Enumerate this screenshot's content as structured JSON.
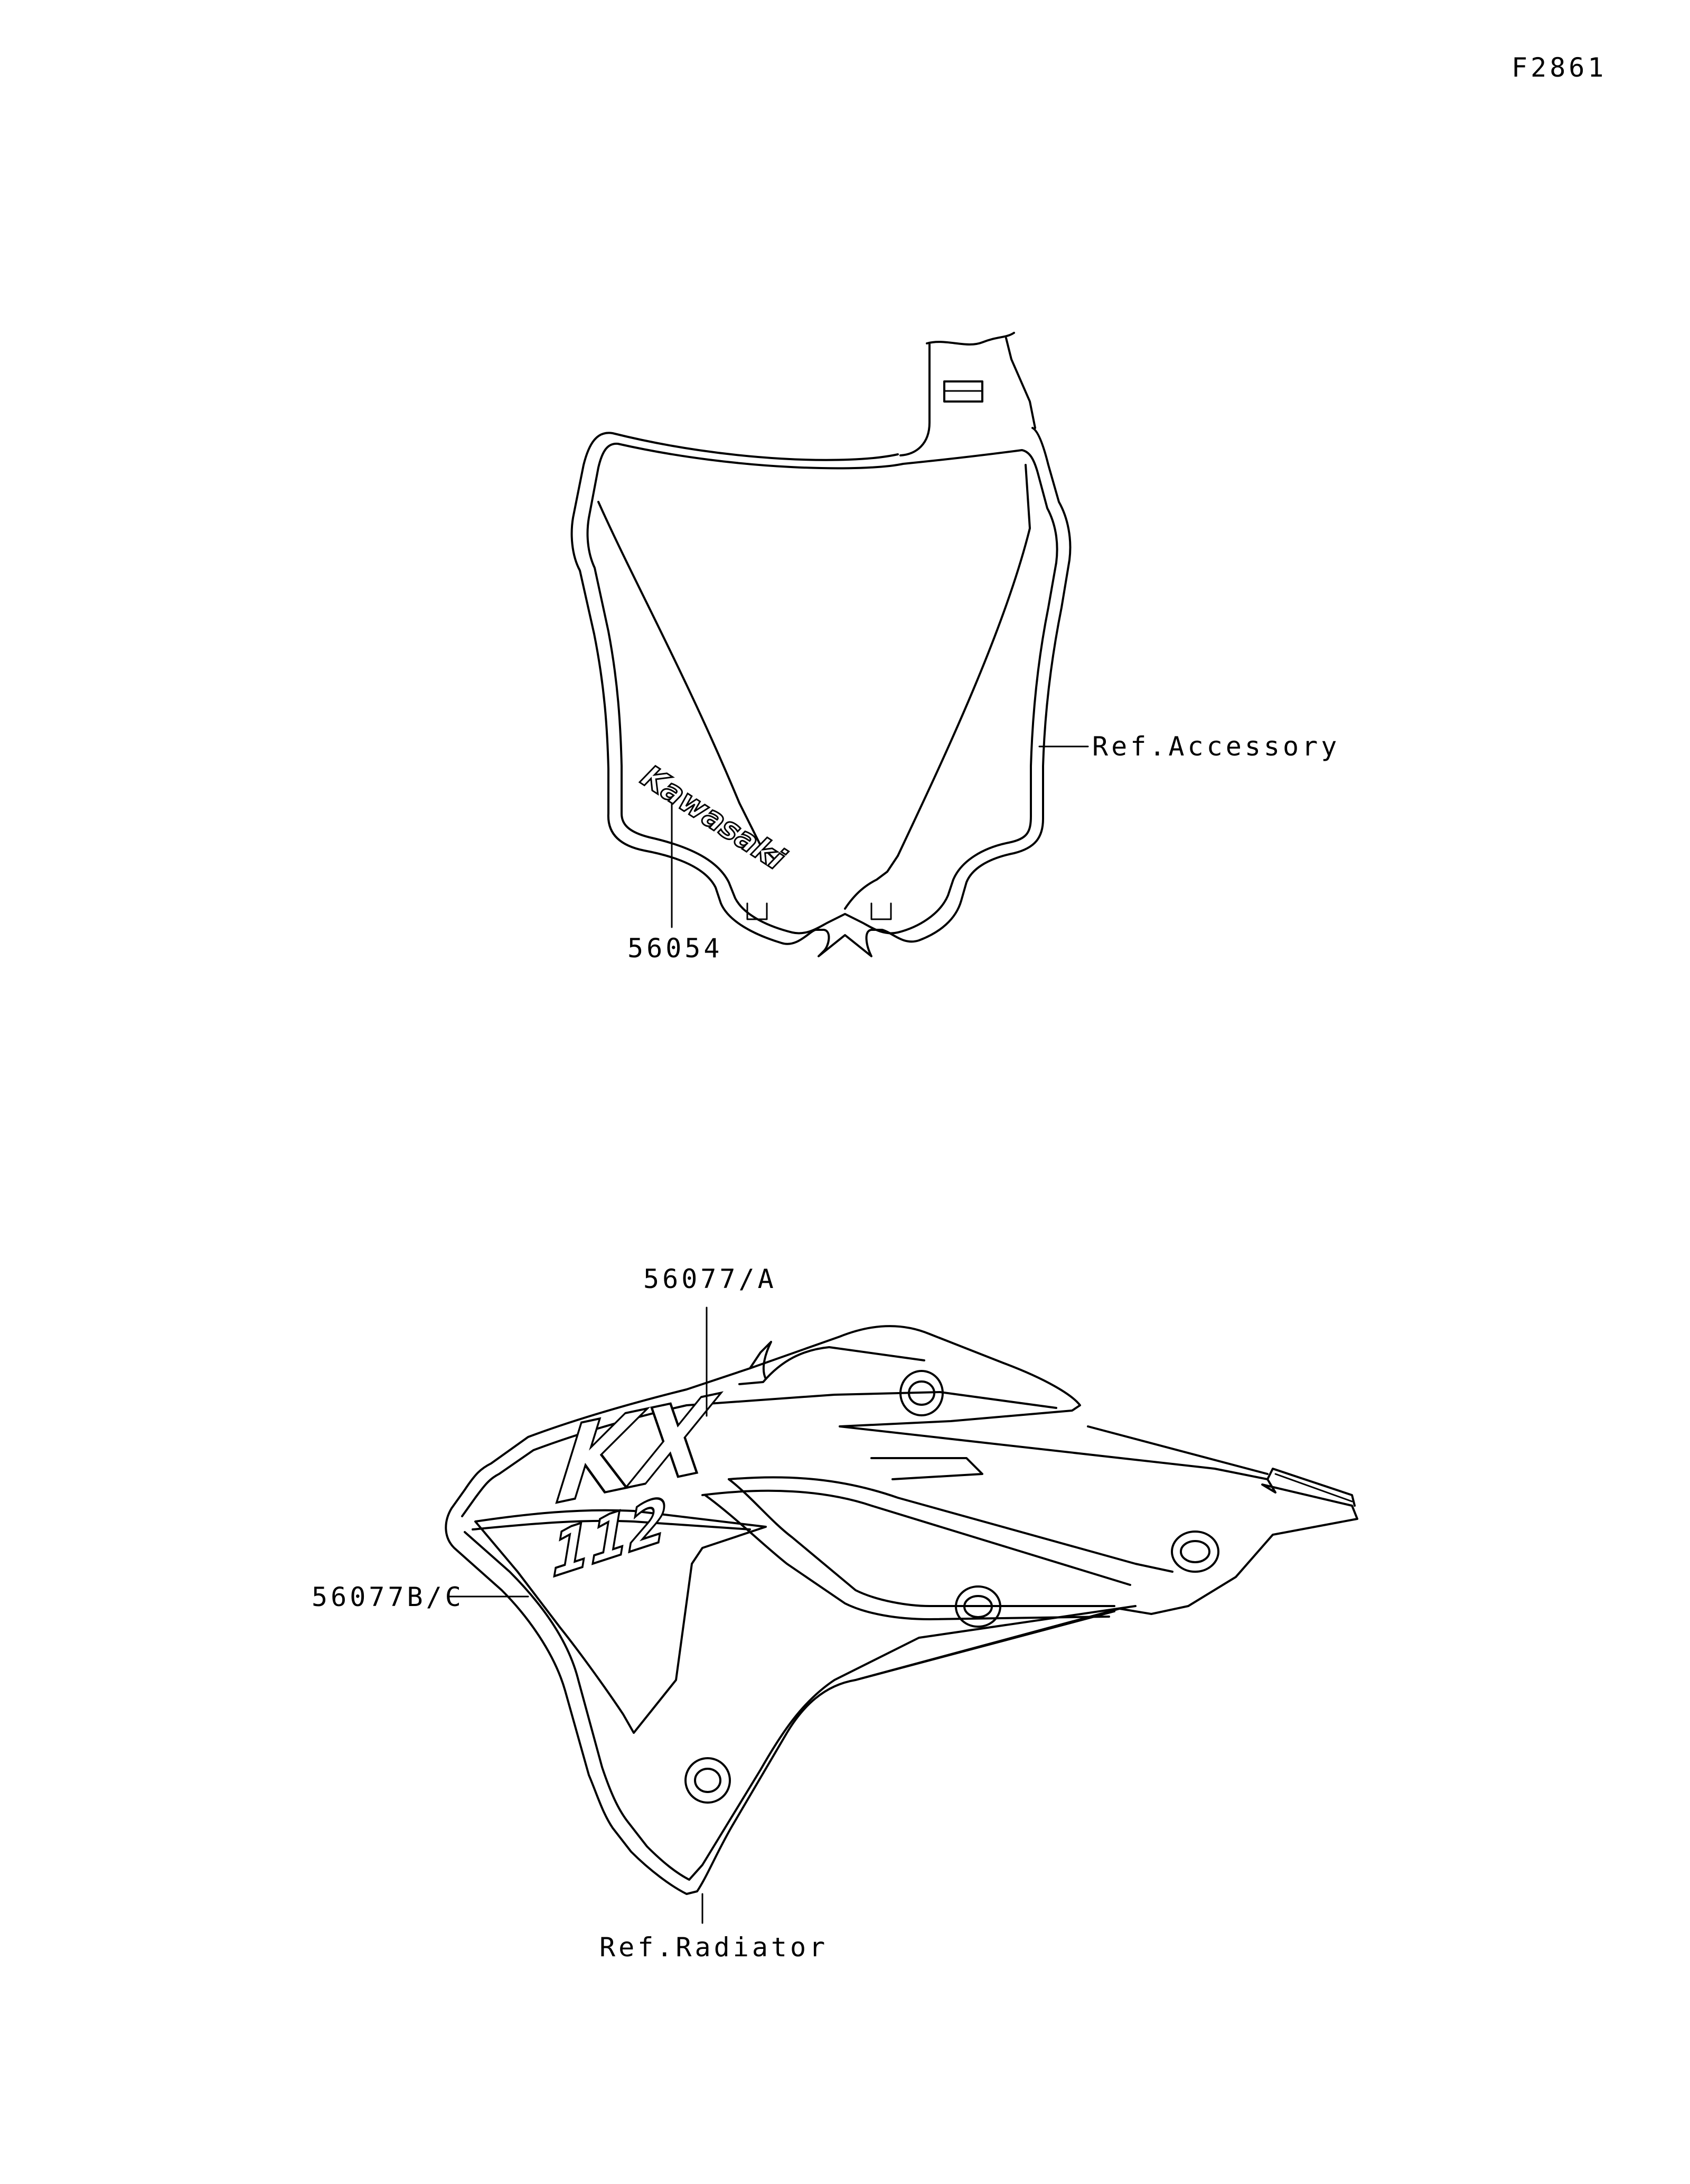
{
  "figure": {
    "code": "F2861"
  },
  "number_plate": {
    "decal_text": "Kawasaki",
    "part_label": "56054",
    "reference_label": "Ref.Accessory"
  },
  "shroud": {
    "decal_text_kx": "KX",
    "decal_text_model": "112",
    "upper_part_label": "56077/A",
    "lower_part_label": "56077B/C",
    "reference_label": "Ref.Radiator"
  }
}
